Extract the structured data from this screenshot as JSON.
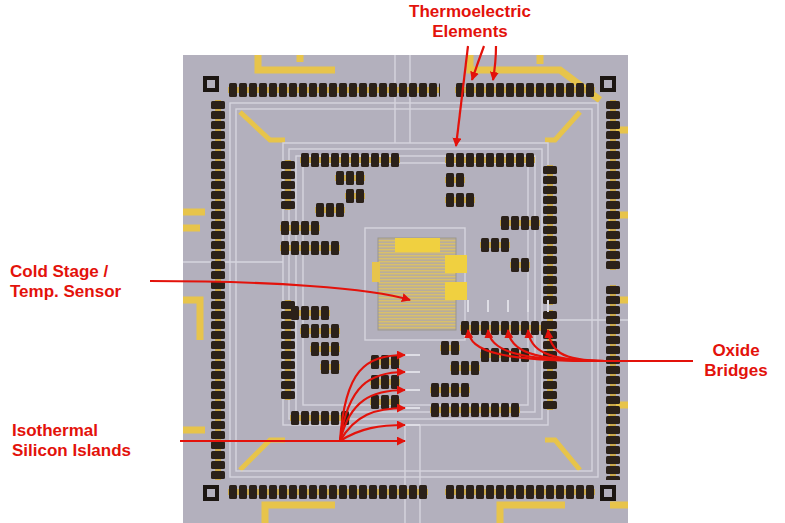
{
  "diagram": {
    "labels": [
      "Thermoelectric Elements",
      "Cold Stage / Temp. Sensor",
      "Oxide Bridges",
      "Isothermal Silicon Islands"
    ]
  }
}
